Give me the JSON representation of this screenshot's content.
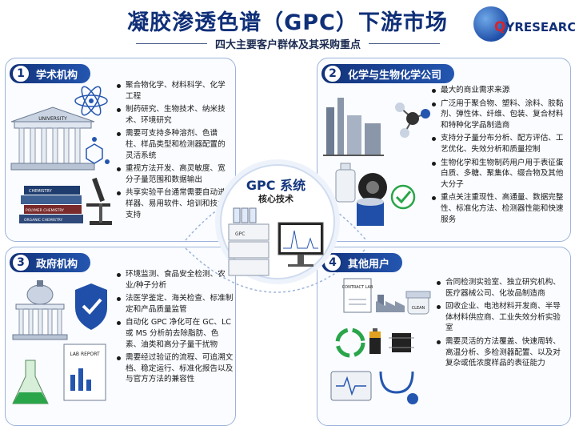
{
  "header": {
    "title": "凝胶渗透色谱（GPC）下游市场",
    "subtitle": "四大主要客户群体及其采购重点"
  },
  "logo": {
    "text_q": "Q",
    "text_rest": "YRESEARCH"
  },
  "center": {
    "title": "GPC 系统",
    "subtitle": "核心技术",
    "device_label": "GPC"
  },
  "panels": [
    {
      "num": "1",
      "title": "学术机构",
      "items": [
        "聚合物化学、材料科学、化学工程",
        "制药研究、生物技术、纳米技术、环境研究",
        "需要可支持多种溶剂、色谱柱、样品类型和检测器配置的灵活系统",
        "重视方法开发、高灵敏度、宽分子量范围和数据输出",
        "共享实验平台通常需要自动进样器、易用软件、培训和技术支持"
      ],
      "illustration_labels": [
        "UNIVERSITY",
        "CHEMISTRY",
        "POLYMER CHEMISTRY",
        "ORGANIC CHEMISTRY"
      ]
    },
    {
      "num": "2",
      "title": "化学与生物化学公司",
      "items": [
        "最大的商业需求来源",
        "广泛用于聚合物、塑料、涂料、胶黏剂、弹性体、纤维、包装、复合材料和特种化学品制造商",
        "支持分子量分布分析、配方评估、工艺优化、失效分析和质量控制",
        "生物化学和生物制药用户用于表征蛋白质、多糖、聚集体、缀合物及其他大分子",
        "重点关注重现性、高通量、数据完整性、标准化方法、检测器性能和快速服务"
      ]
    },
    {
      "num": "3",
      "title": "政府机构",
      "items": [
        "环境监测、食品安全检测、农业/种子分析",
        "法医学鉴定、海关检查、标准制定和产品质量监管",
        "自动化 GPC 净化可在 GC、LC 或 MS 分析前去除脂肪、色素、油类和高分子量干扰物",
        "需要经过验证的流程、可追溯文档、稳定运行、标准化报告以及与官方方法的兼容性"
      ],
      "illustration_labels": [
        "LAB REPORT"
      ]
    },
    {
      "num": "4",
      "title": "其他用户",
      "items": [
        "合同检测实验室、独立研究机构、医疗器械公司、化妆品制造商",
        "回收企业、电池材料开发商、半导体材料供应商、工业失效分析实验室",
        "需要灵活的方法覆盖、快速周转、高温分析、多检测器配置、以及对复杂或低浓度样品的表征能力"
      ],
      "illustration_labels": [
        "CONTRACT LAB",
        "CLEAN"
      ]
    }
  ],
  "colors": {
    "title": "#0f2f78",
    "badge": "#12327a",
    "panel_border": "#9db3da",
    "accent_green": "#2aa54a"
  }
}
